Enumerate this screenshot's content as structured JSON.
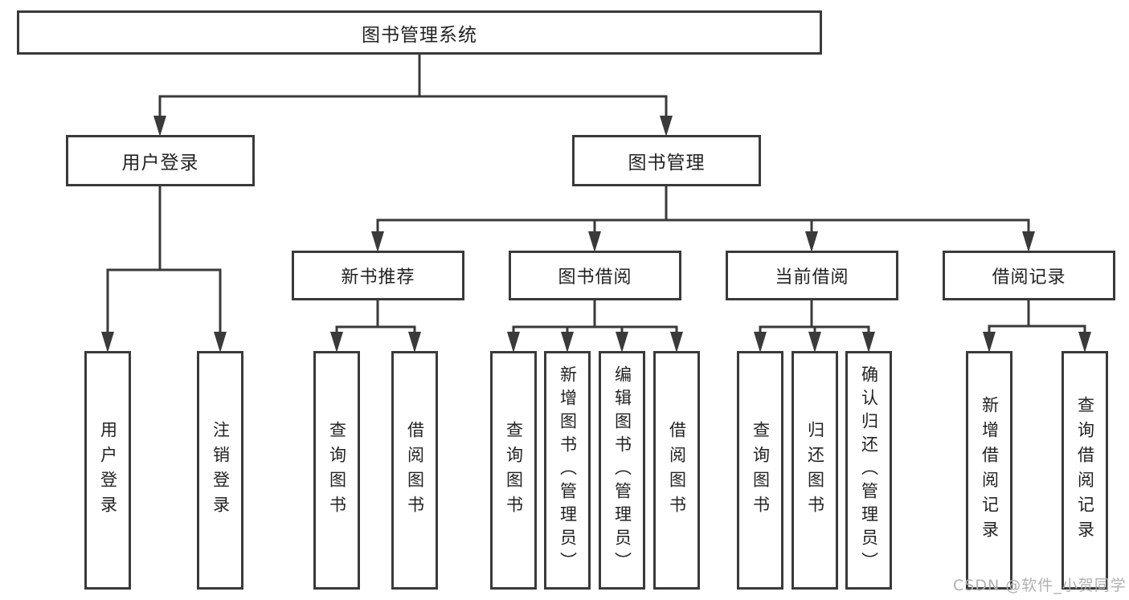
{
  "diagram": {
    "root": {
      "label": "图书管理系统"
    },
    "user_login": {
      "label": "用户登录",
      "children": [
        {
          "label": "用户登录"
        },
        {
          "label": "注销登录"
        }
      ]
    },
    "book_mgmt": {
      "label": "图书管理",
      "sections": [
        {
          "label": "新书推荐",
          "children": [
            {
              "label": "查询图书"
            },
            {
              "label": "借阅图书"
            }
          ]
        },
        {
          "label": "图书借阅",
          "children": [
            {
              "label": "查询图书"
            },
            {
              "label": "新增图书（管理员）"
            },
            {
              "label": "编辑图书（管理员）"
            },
            {
              "label": "借阅图书"
            }
          ]
        },
        {
          "label": "当前借阅",
          "children": [
            {
              "label": "查询图书"
            },
            {
              "label": "归还图书"
            },
            {
              "label": "确认归还（管理员）"
            }
          ]
        },
        {
          "label": "借阅记录",
          "children": [
            {
              "label": "新增借阅记录"
            },
            {
              "label": "查询借阅记录"
            }
          ]
        }
      ]
    },
    "watermark": "CSDN @软件_小贺同学",
    "colors": {
      "line": "#3a3a3a",
      "text": "#222222",
      "watermark": "#b0b0b0",
      "background": "#ffffff"
    }
  }
}
